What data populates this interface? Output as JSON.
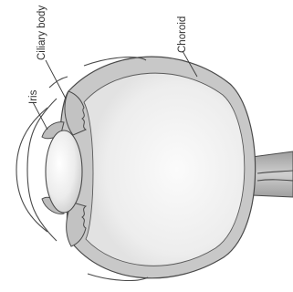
{
  "diagram": {
    "labels": {
      "iris": "Iris",
      "ciliary_body": "Ciliary body",
      "choroid": "Choroid"
    },
    "colors": {
      "wall": "#c8c8c8",
      "wall_edge": "#4a4a4a",
      "interior_light": "#fbfbfb",
      "interior_dark": "#e6e6e6",
      "lens_light": "#ffffff",
      "lens_dark": "#d2d2d2",
      "nerve": "#b9b9b9"
    }
  }
}
